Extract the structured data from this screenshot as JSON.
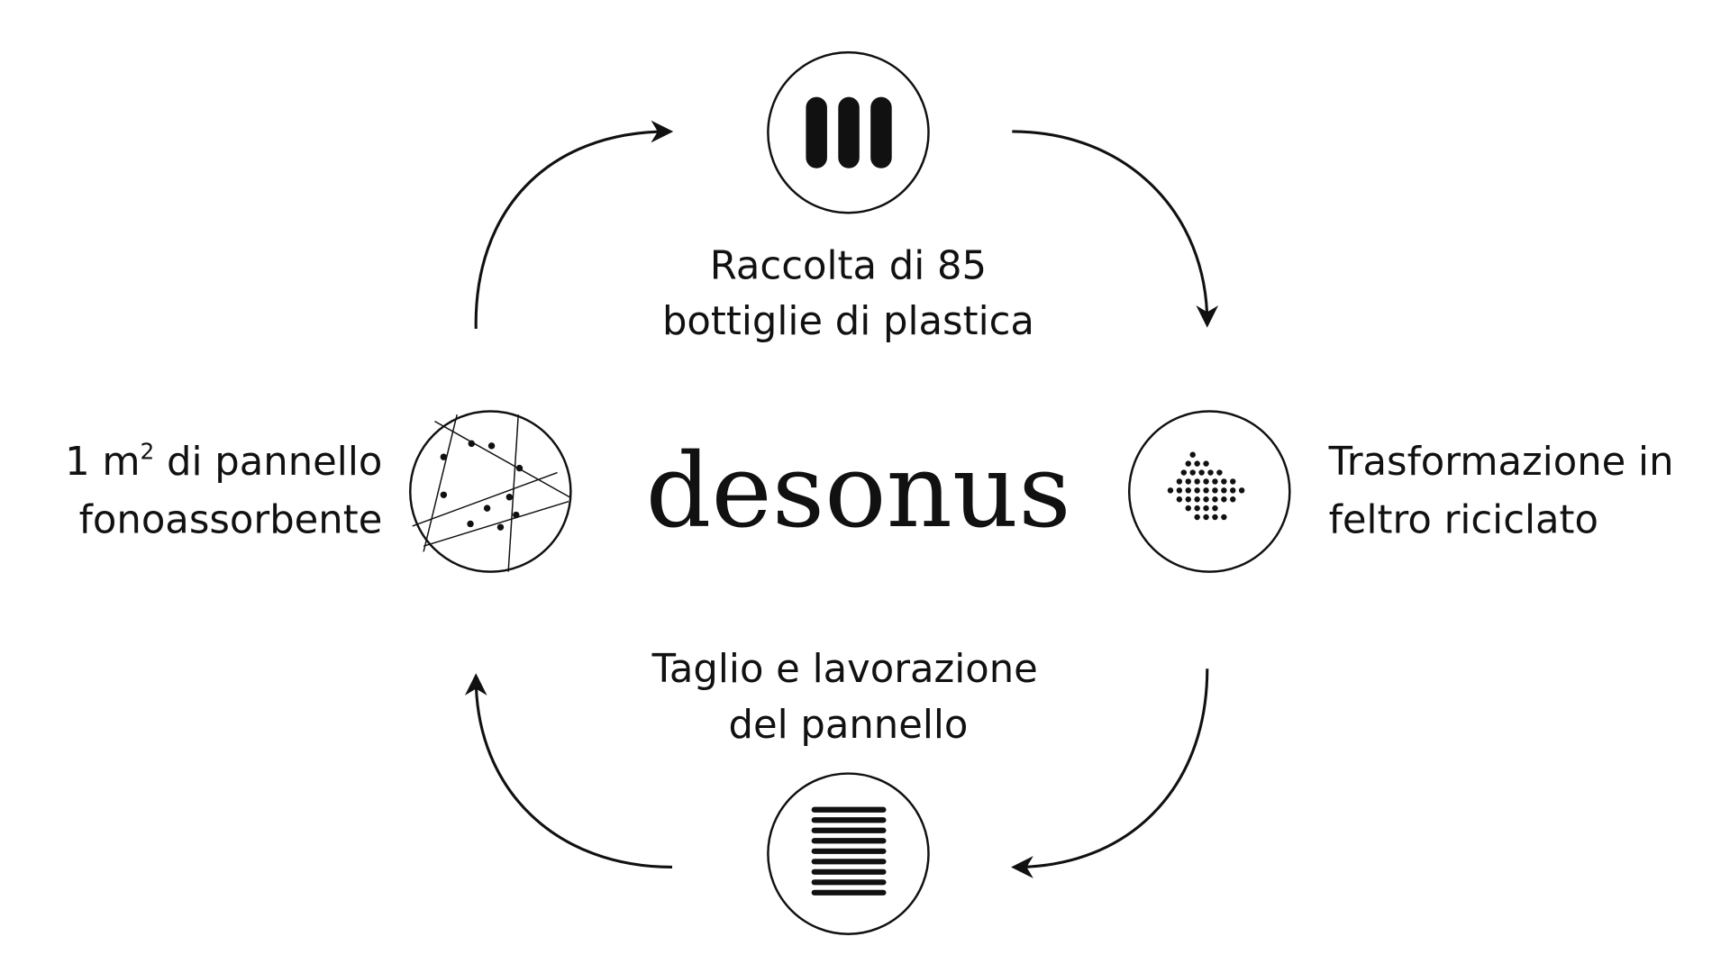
{
  "brand": "desonus",
  "steps": {
    "top": {
      "line1": "Raccolta di 85",
      "line2": "bottiglie di plastica",
      "icon": "bottles-icon"
    },
    "right": {
      "line1": "Trasformazione in",
      "line2": "feltro riciclato",
      "icon": "felt-dots-icon"
    },
    "bottom": {
      "line1": "Taglio e lavorazione",
      "line2": "del pannello",
      "icon": "panel-layers-icon"
    },
    "left": {
      "line1_pre": "1 m",
      "line1_sup": "2",
      "line1_post": " di pannello",
      "line2": "fonoassorbente",
      "icon": "panel-texture-icon"
    }
  },
  "colors": {
    "ink": "#111111",
    "background": "#ffffff"
  }
}
